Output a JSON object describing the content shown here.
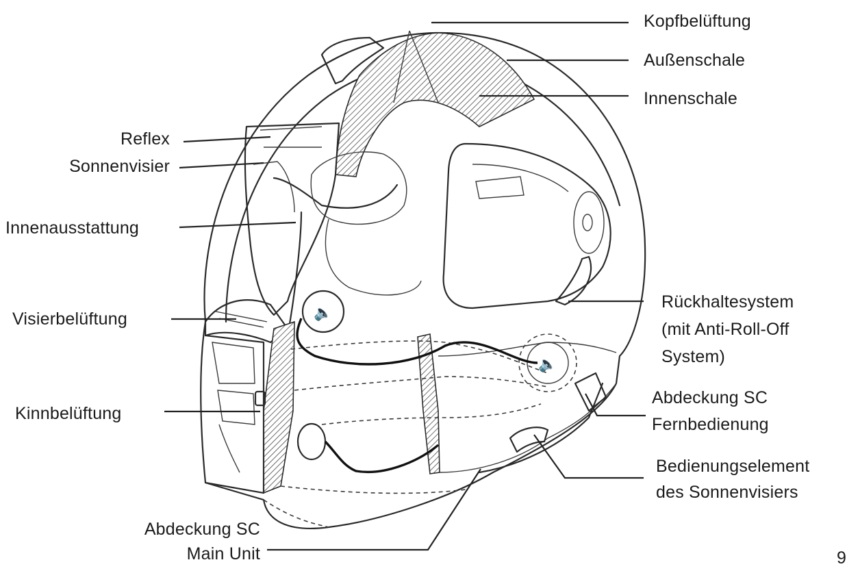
{
  "labels": {
    "kopfbelueftung": "Kopfbelüftung",
    "aussenschale": "Außenschale",
    "innenschale": "Innenschale",
    "reflex": "Reflex",
    "sonnenvisier": "Sonnenvisier",
    "innenausstattung": "Innenausstattung",
    "visierbelueftung": "Visierbelüftung",
    "kinnbelueftung": "Kinnbelüftung",
    "rueckhaltesystem": [
      "Rückhaltesystem",
      "(mit Anti-Roll-Off",
      "System)"
    ],
    "abdeckung_fernbedienung": [
      "Abdeckung SC",
      "Fernbedienung"
    ],
    "bedienungselement": [
      "Bedienungselement",
      "des Sonnenvisiers"
    ],
    "abdeckung_main_unit": [
      "Abdeckung SC",
      "Main Unit"
    ]
  },
  "page_number": "9"
}
